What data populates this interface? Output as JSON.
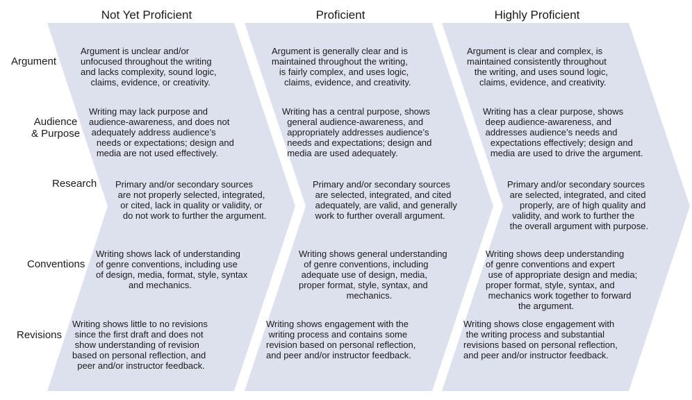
{
  "columns": [
    "Not Yet Proficient",
    "Proficient",
    "Highly Proficient"
  ],
  "rows": [
    {
      "label": "Argument",
      "cells": [
        "Argument is unclear and/or\nunfocused throughout the writing\nand lacks complexity, sound logic,\n    claims, evidence, or creativity.",
        "Argument is generally clear and is\nmaintained throughout the writing,\n   is fairly complex, and uses logic,\n     claims, evidence, and creativity.",
        "Argument is clear and complex, is\nmaintained consistently throughout\n   the writing, and uses sound logic,\n     claims, evidence, and creativity."
      ]
    },
    {
      "label": "Audience\n& Purpose",
      "cells": [
        "Writing may lack purpose and\naudience-awareness, and does not\n adequately address audience’s\n   needs or expectations; design and\n   media are not used effectively.",
        "Writing has a central purpose, shows\n  general audience-awareness, and\n  appropriately addresses audience’s\n  needs and expectations; design and\n  media are used adequately.",
        "Writing has a clear purpose, shows\n deep audience-awareness, and\n addresses audience’s needs and\n   expectations effectively; design and\n   media are used to drive the argument."
      ]
    },
    {
      "label": "Research",
      "cells": [
        "Primary and/or secondary sources\n are not properly selected, integrated,\n  or cited, lack in quality or validity, or\n   do not work to further the argument.",
        "Primary and/or secondary sources\n are selected, integrated, and cited\n adequately, are valid, and generally\n work to further overall argument.",
        "Primary and/or secondary sources\n are selected, integrated, and cited\n     properly, are of high quality and\n  validity, and work to further the\n the overall argument with purpose."
      ]
    },
    {
      "label": "Conventions",
      "cells": [
        "Writing shows lack of understanding\nof genre conventions, including use\nof design, media, format, style, syntax\n             and mechanics.",
        "Writing shows general understanding\n  of genre conventions, including\n adequate use of design, media,\nproper format, style, syntax, and\n                   mechanics.",
        "Writing shows deep understanding\nof genre conventions and expert\n use of appropriate design and media;\nproper format, style, syntax, and\n mechanics work together to forward\n             the argument."
      ]
    },
    {
      "label": "Revisions",
      "cells": [
        "Writing shows little to no revisions\n since the first draft and does not\n show understanding of revision\nbased on personal reflection, and\n  peer and/or instructor feedback.",
        "Writing shows engagement with the\n writing process and contains some\nrevision based on personal reflection,\nand peer and/or instructor feedback.",
        "Writing shows close engagement with\n the writing process and substantial\nrevisions based on personal reflection,\nand peer and/or instructor feedback."
      ]
    }
  ],
  "colors": {
    "chevron": "#dde1ee",
    "text": "#1a1a1a"
  }
}
